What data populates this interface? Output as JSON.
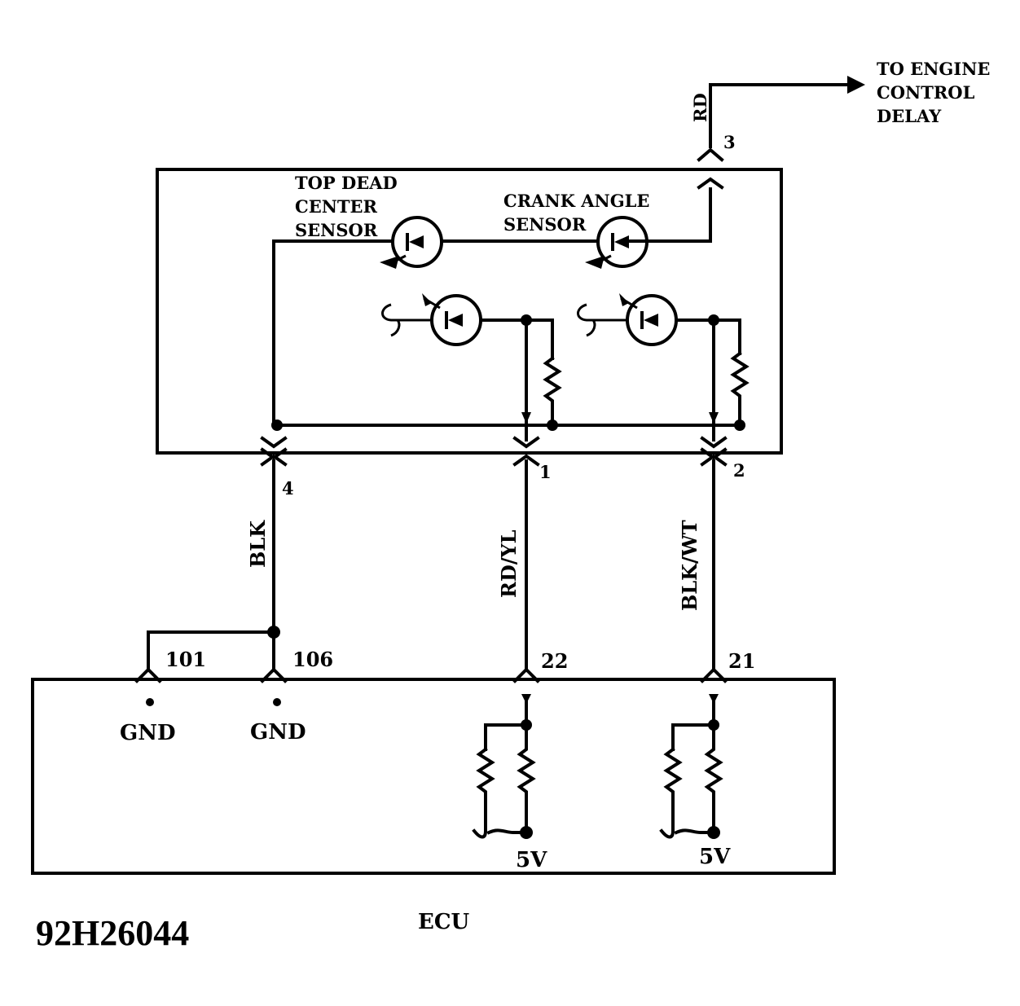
{
  "diagram": {
    "destination_label": [
      "TO ENGINE",
      "CONTROL",
      "DELAY"
    ],
    "sensors": {
      "top_dead_center": [
        "TOP DEAD",
        "CENTER",
        "SENSOR"
      ],
      "crank_angle": [
        "CRANK ANGLE",
        "SENSOR"
      ]
    },
    "wires": {
      "rd": "RD",
      "blk": "BLK",
      "rd_yl": "RD/YL",
      "blk_wt": "BLK/WT"
    },
    "pins": {
      "p3": "3",
      "p4": "4",
      "p1": "1",
      "p2": "2",
      "p101": "101",
      "p106": "106",
      "p22": "22",
      "p21": "21"
    },
    "ecu": {
      "gnd_left": "GND",
      "gnd_right": "GND",
      "v5_left": "5V",
      "v5_right": "5V",
      "label": "ECU"
    },
    "figure_id": "92H26044"
  }
}
